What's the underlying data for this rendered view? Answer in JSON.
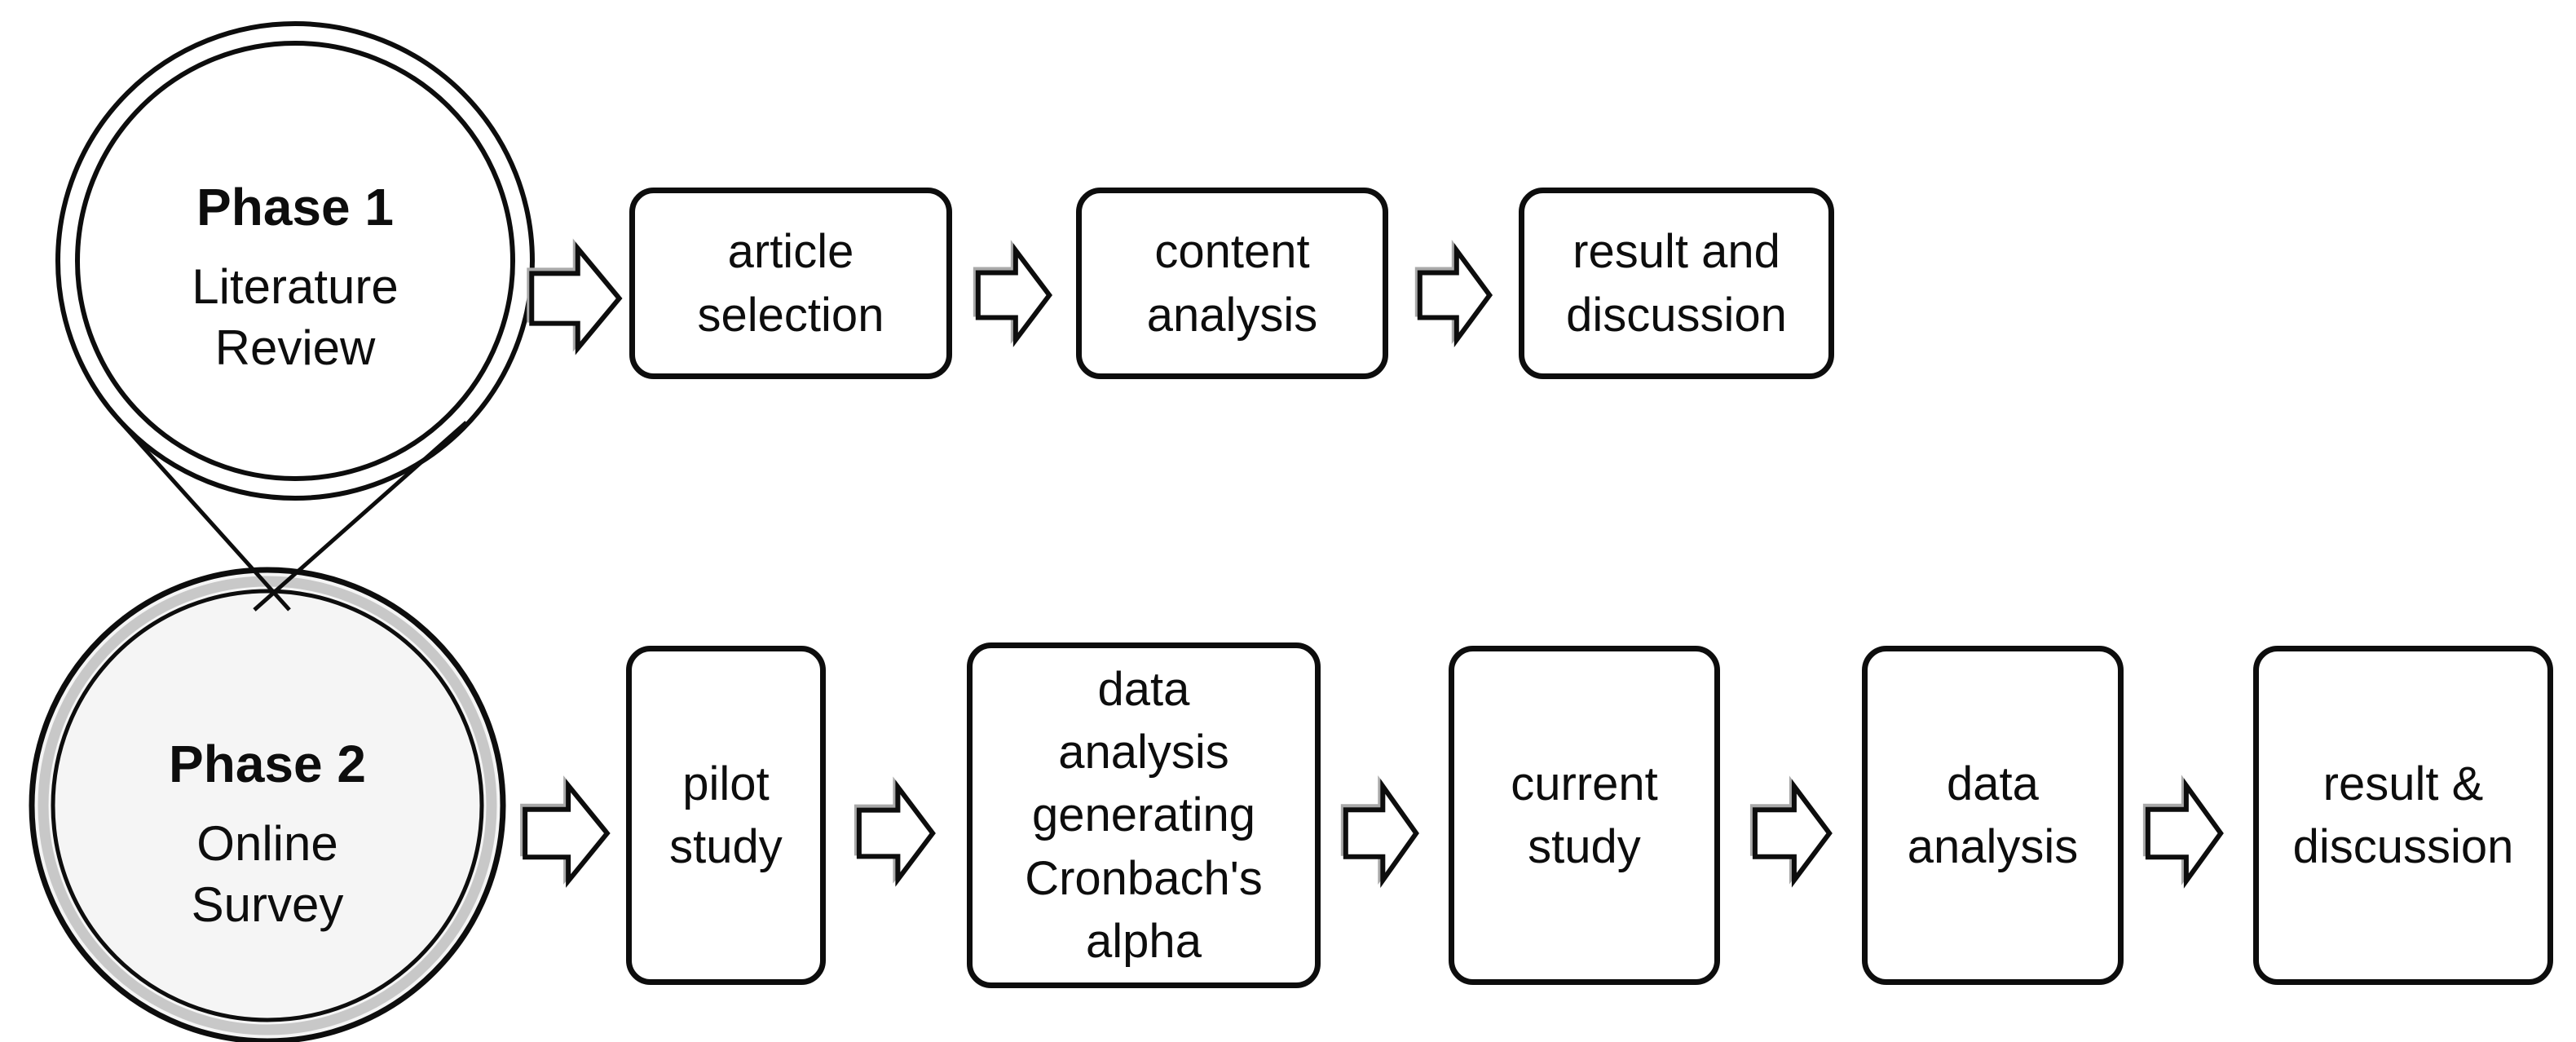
{
  "phase1": {
    "name": "Phase 1",
    "label": "Literature\nReview"
  },
  "phase2": {
    "name": "Phase 2",
    "label": "Online\nSurvey"
  },
  "row1": {
    "steps": [
      {
        "label": "article\nselection"
      },
      {
        "label": "content\nanalysis"
      },
      {
        "label": "result and\ndiscussion"
      }
    ]
  },
  "row2": {
    "steps": [
      {
        "label": "pilot\nstudy"
      },
      {
        "label": "data\nanalysis\ngenerating\nCronbach's\nalpha"
      },
      {
        "label": "current\nstudy"
      },
      {
        "label": "data\nanalysis"
      },
      {
        "label": "result &\ndiscussion"
      }
    ]
  },
  "icons": {
    "arrow": "block-arrow-right-icon",
    "phase1_shape": "double-outline-balloon-circle",
    "phase2_shape": "gray-ring-circle"
  },
  "colors": {
    "ink": "#0d0d0d",
    "background": "#ffffff",
    "phase2_ring": "#c8c8c8",
    "phase2_fill": "#f5f5f5",
    "arrow_shadow": "#a9a9a9"
  }
}
